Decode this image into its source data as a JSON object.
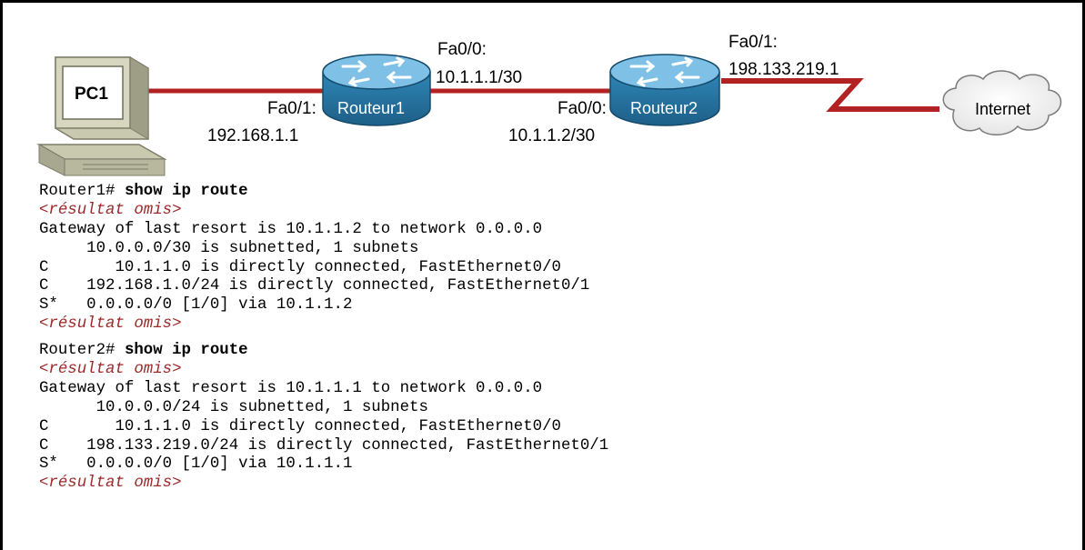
{
  "colors": {
    "link": "#b22222",
    "router_body": "#2f86b6",
    "router_top": "#8ac8ec",
    "omitted_text": "#9c2a2a"
  },
  "topology": {
    "pc": {
      "name": "PC1",
      "icon": "pc-icon"
    },
    "routers": [
      {
        "name": "Routeur1",
        "icon": "router-icon"
      },
      {
        "name": "Routeur2",
        "icon": "router-icon"
      }
    ],
    "cloud": {
      "name": "Internet",
      "icon": "cloud-icon"
    },
    "interface_labels": {
      "r1_fa01_name": "Fa0/1:",
      "r1_fa01_ip": "192.168.1.1",
      "r1_fa00_name": "Fa0/0:",
      "r1_fa00_ip": "10.1.1.1/30",
      "r2_fa00_name": "Fa0/0:",
      "r2_fa00_ip": "10.1.1.2/30",
      "r2_fa01_name": "Fa0/1:",
      "r2_fa01_ip": "198.133.219.1"
    }
  },
  "console": {
    "router1": {
      "prompt": "Router1# ",
      "command": "show ip route",
      "omitted": "<résultat omis>",
      "lines": [
        "Gateway of last resort is 10.1.1.2 to network 0.0.0.0",
        "     10.0.0.0/30 is subnetted, 1 subnets",
        "C       10.1.1.0 is directly connected, FastEthernet0/0",
        "C    192.168.1.0/24 is directly connected, FastEthernet0/1",
        "S*   0.0.0.0/0 [1/0] via 10.1.1.2"
      ]
    },
    "router2": {
      "prompt": "Router2# ",
      "command": "show ip route",
      "omitted": "<résultat omis>",
      "lines": [
        "Gateway of last resort is 10.1.1.1 to network 0.0.0.0",
        "      10.0.0.0/24 is subnetted, 1 subnets",
        "C       10.1.1.0 is directly connected, FastEthernet0/0",
        "C    198.133.219.0/24 is directly connected, FastEthernet0/1",
        "S*   0.0.0.0/0 [1/0] via 10.1.1.1"
      ]
    }
  }
}
